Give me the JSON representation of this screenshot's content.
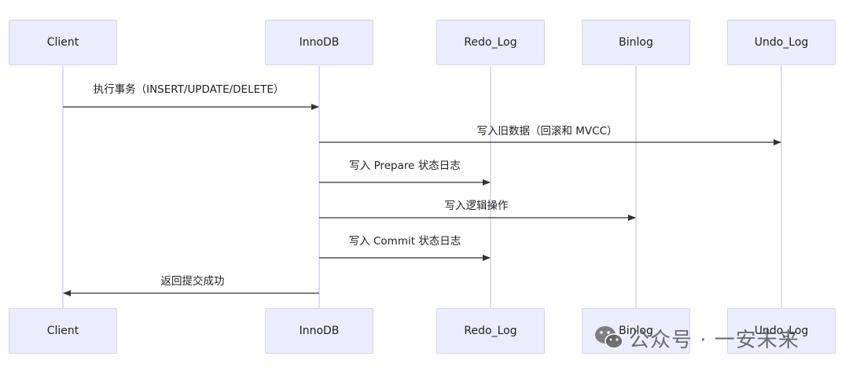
{
  "participants": [
    {
      "id": "client",
      "label": "Client"
    },
    {
      "id": "innodb",
      "label": "InnoDB"
    },
    {
      "id": "redo",
      "label": "Redo_Log"
    },
    {
      "id": "binlog",
      "label": "Binlog"
    },
    {
      "id": "undo",
      "label": "Undo_Log"
    }
  ],
  "messages": [
    {
      "from": 0,
      "to": 1,
      "label": "执行事务（INSERT/UPDATE/DELETE）"
    },
    {
      "from": 1,
      "to": 4,
      "label": "写入旧数据（回滚和 MVCC）"
    },
    {
      "from": 1,
      "to": 2,
      "label": "写入 Prepare 状态日志"
    },
    {
      "from": 1,
      "to": 3,
      "label": "写入逻辑操作"
    },
    {
      "from": 1,
      "to": 2,
      "label": "写入 Commit 状态日志"
    },
    {
      "from": 1,
      "to": 0,
      "label": "返回提交成功"
    }
  ],
  "watermark": {
    "text": "公众号 · 一安未来",
    "icon": "wechat-icon"
  },
  "colors": {
    "actor_fill": "#ececff",
    "actor_border": "#d6d3f0",
    "lifeline": "#d3d0ec",
    "arrow": "#333333"
  }
}
